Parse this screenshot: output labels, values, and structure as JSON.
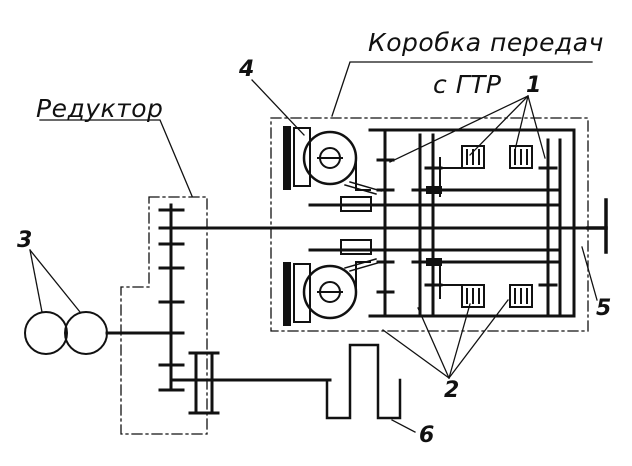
{
  "labels": {
    "gearbox_title": "Коробка передач",
    "htr_label": "с ГТР",
    "reducer_title": "Редуктор",
    "n1": "1",
    "n2": "2",
    "n3": "3",
    "n4": "4",
    "n5": "5",
    "n6": "6"
  },
  "colors": {
    "line": "#111111",
    "background": "#ffffff"
  }
}
